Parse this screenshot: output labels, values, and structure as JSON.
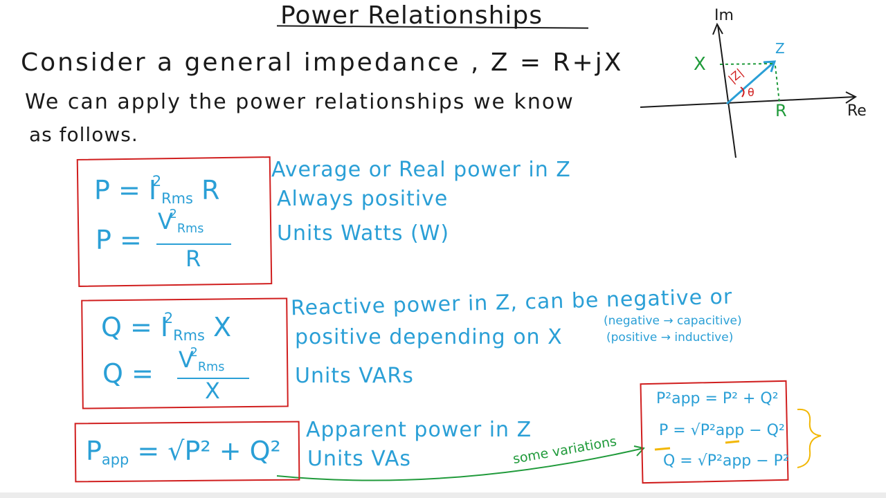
{
  "title": "Power Relationships",
  "intro": {
    "line1": "Consider a general impedance ,  Z = R+jX",
    "line2": "We can apply the power relationships we know",
    "line3": "as follows."
  },
  "diagram": {
    "im_label": "Im",
    "re_label": "Re",
    "z_label": "Z",
    "x_label": "X",
    "r_label": "R",
    "mag_label": "|Z|",
    "theta_label": "θ"
  },
  "box1": {
    "eq1_lhs": "P = I",
    "eq1_sup": "2",
    "eq1_sub": "Rms",
    "eq1_rhs": "R",
    "eq2_lhs": "P =",
    "eq2_num": "V",
    "eq2_num_sup": "2",
    "eq2_num_sub": "Rms",
    "eq2_den": "R",
    "notes": [
      "Average or Real power in Z",
      "Always positive",
      "Units  Watts (W)"
    ]
  },
  "box2": {
    "eq1_lhs": "Q = I",
    "eq1_sup": "2",
    "eq1_sub": "Rms",
    "eq1_rhs": "X",
    "eq2_lhs": "Q =",
    "eq2_num": "V",
    "eq2_num_sup": "2",
    "eq2_num_sub": "Rms",
    "eq2_den": "X",
    "note1": "Reactive power in Z, can be negative or",
    "note2": "positive depending on X",
    "paren1": "negative → capacitive",
    "paren2": "positive → inductive",
    "note3": "Units  VARs"
  },
  "box3": {
    "lhs": "P",
    "lhs_sub": "app",
    "rhs": "= √P² + Q²",
    "notes": [
      "Apparent power in Z",
      "Units  VAs"
    ]
  },
  "variations": {
    "label": "some variations",
    "eq1": "P²app = P² + Q²",
    "eq2": "P = √P²app − Q²",
    "eq3": "Q = √P²app − P²"
  },
  "colors": {
    "ink": "#1a1a1a",
    "blue": "#2a9fd6",
    "green": "#1f9a3a",
    "red": "#d01e1e",
    "yellow": "#f2b705"
  }
}
